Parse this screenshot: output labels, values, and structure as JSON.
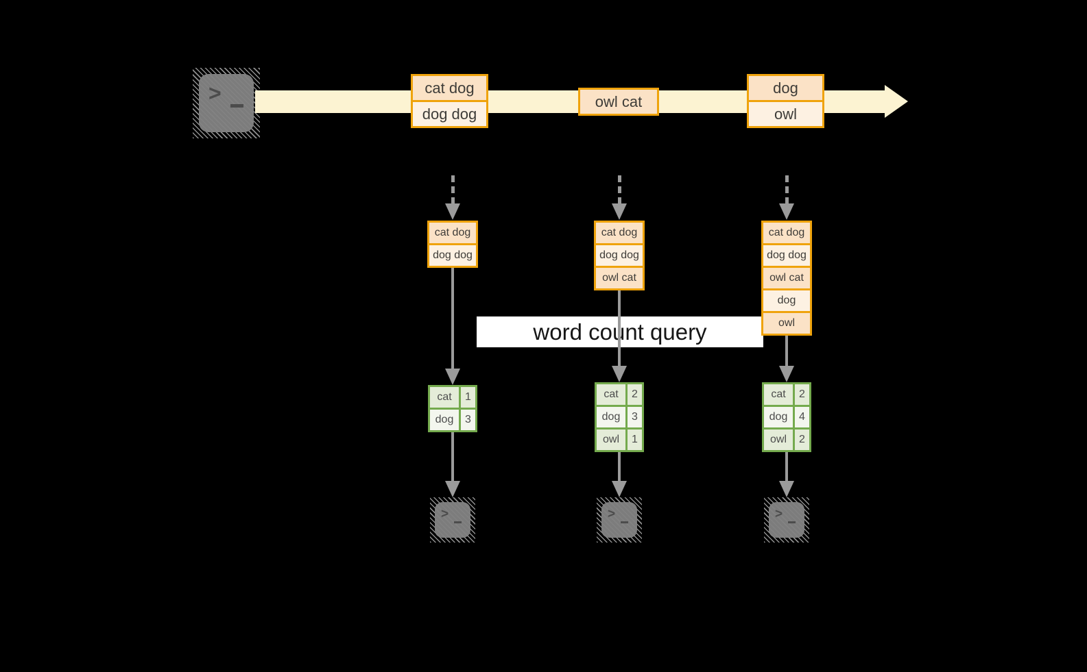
{
  "banner": {
    "label": "word count query"
  },
  "terminal": {
    "prompt": ">"
  },
  "stream": {
    "events": [
      {
        "lines": [
          "cat dog",
          "dog dog"
        ]
      },
      {
        "lines": [
          "owl cat"
        ]
      },
      {
        "lines": [
          "dog",
          "owl"
        ]
      }
    ]
  },
  "pipelines": [
    {
      "buffer": [
        "cat dog",
        "dog dog"
      ],
      "counts": [
        [
          "cat",
          "1"
        ],
        [
          "dog",
          "3"
        ]
      ]
    },
    {
      "buffer": [
        "cat dog",
        "dog dog",
        "owl cat"
      ],
      "counts": [
        [
          "cat",
          "2"
        ],
        [
          "dog",
          "3"
        ],
        [
          "owl",
          "1"
        ]
      ]
    },
    {
      "buffer": [
        "cat dog",
        "dog dog",
        "owl cat",
        "dog",
        "owl"
      ],
      "counts": [
        [
          "cat",
          "2"
        ],
        [
          "dog",
          "4"
        ],
        [
          "owl",
          "2"
        ]
      ]
    }
  ],
  "colors": {
    "orange": "#efa30c",
    "peach_dark": "#fbe2c6",
    "peach_light": "#fdf1e2",
    "band": "#fcf3d2",
    "green": "#74aa4d",
    "cell_green": "#e4ecd8",
    "cell_light": "#f3f6ee",
    "gray": "#9b9b9b",
    "terminal_gray": "#7c7c7c",
    "text_dark": "#3e3c38",
    "banner_bg": "#ffffff",
    "banner_text": "#161616"
  }
}
